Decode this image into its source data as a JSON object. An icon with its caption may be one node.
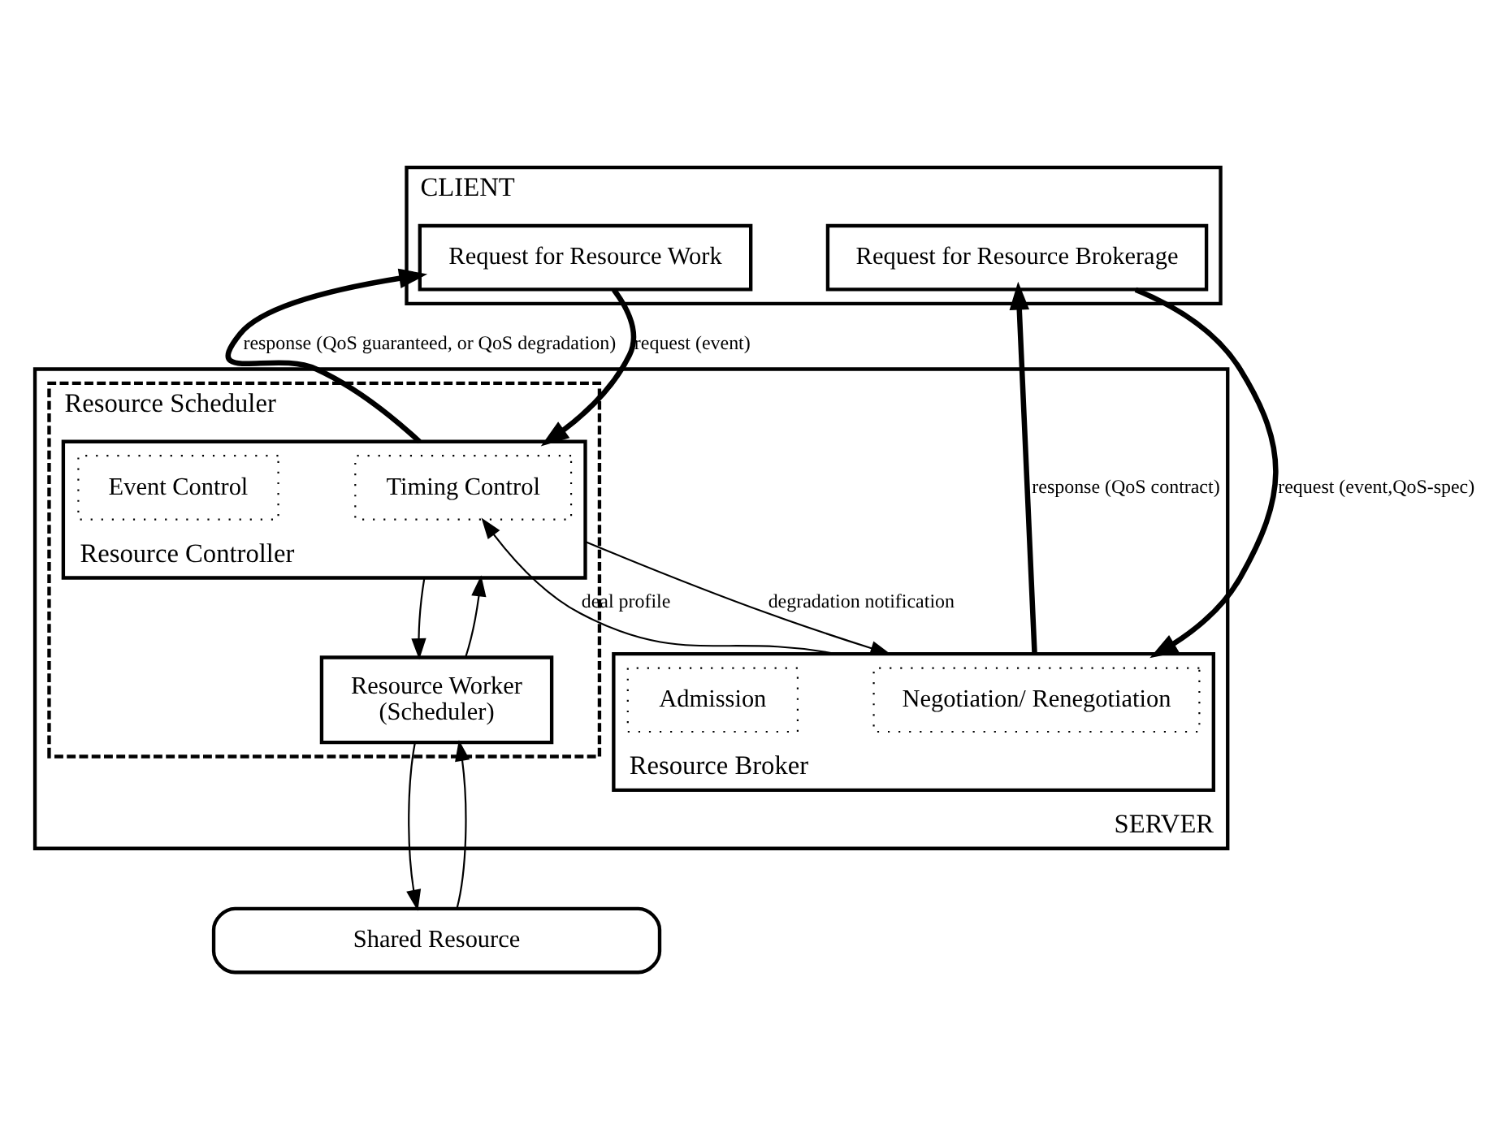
{
  "diagram": {
    "nodes": [
      {
        "text": [
          "CLIENT"
        ]
      },
      {
        "text": [
          "Request for Resource Work"
        ],
        "in": 0
      },
      {
        "text": [
          "Request for Resource Brokerage"
        ],
        "in": 0
      },
      {
        "text": [
          "SERVER"
        ]
      },
      {
        "text": [
          "Resource Scheduler"
        ],
        "in": 3
      },
      {
        "text": [
          "Resource Controller"
        ],
        "in": 4
      },
      {
        "text": [
          "Timing Control"
        ],
        "in": 5
      },
      {
        "text": [
          "Event Control"
        ],
        "in": 5
      },
      {
        "text": [
          "Resource Worker",
          "(Scheduler)"
        ],
        "in": 4
      },
      {
        "text": [
          "Resource Broker"
        ],
        "in": 3
      },
      {
        "text": [
          "Negotiation/ Renegotiation"
        ],
        "in": 9
      },
      {
        "text": [
          "Admission"
        ],
        "in": 9
      },
      {
        "text": [
          "Shared Resource"
        ]
      }
    ],
    "edges": [
      {
        "from": 5,
        "to": 1,
        "arrow": "to",
        "label": "response (QoS guaranteed, or QoS degradation)",
        "style": "thick"
      },
      {
        "from": 1,
        "to": 5,
        "arrow": "to",
        "label": "request (event)",
        "style": "thick"
      },
      {
        "from": 9,
        "to": 2,
        "arrow": "to",
        "label": "response (QoS contract)",
        "style": "thick"
      },
      {
        "from": 2,
        "to": 9,
        "arrow": "to",
        "label": "request (event,QoS-spec)",
        "style": "thick"
      },
      {
        "from": 9,
        "to": 6,
        "arrow": "to",
        "label": "deal profile"
      },
      {
        "from": 5,
        "to": 9,
        "arrow": "to",
        "label": "degradation notification"
      },
      {
        "from": 5,
        "to": 8,
        "arrow": "to"
      },
      {
        "from": 8,
        "to": 5,
        "arrow": "to"
      },
      {
        "from": 8,
        "to": 12,
        "arrow": "to"
      },
      {
        "from": 12,
        "to": 8,
        "arrow": "to"
      }
    ]
  }
}
